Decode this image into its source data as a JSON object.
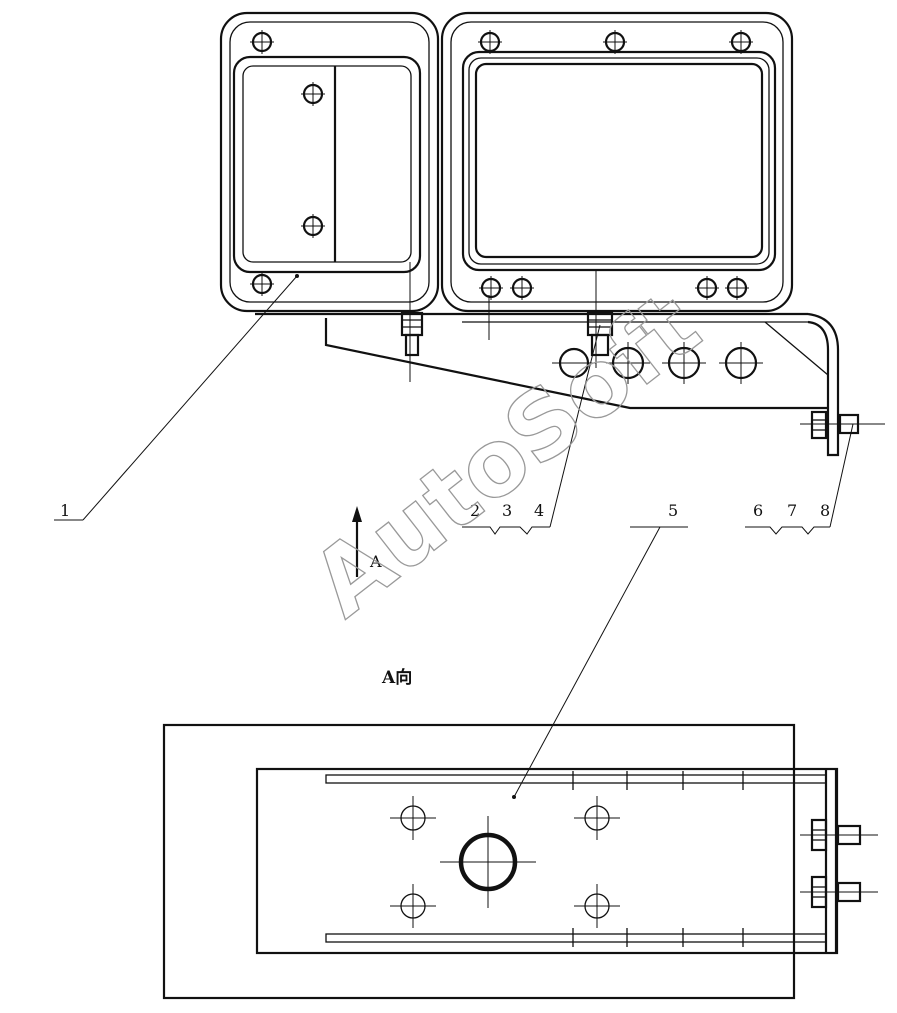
{
  "diagram": {
    "callouts": [
      "1",
      "2",
      "3",
      "4",
      "5",
      "6",
      "7",
      "8"
    ],
    "view_arrow_label": "A",
    "view_title": "A向",
    "watermark": "AutoSoft"
  }
}
